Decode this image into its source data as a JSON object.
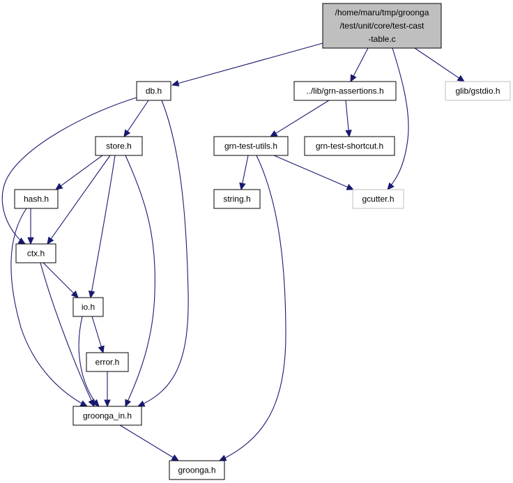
{
  "graph": {
    "colors": {
      "edge": "#191970",
      "root_fill": "#bfbfbf",
      "node_border": "#000000",
      "external_border": "#bfbfbf"
    },
    "nodes": [
      {
        "id": "root",
        "lines": [
          "/home/maru/tmp/groonga",
          "/test/unit/core/test-cast",
          "-table.c"
        ],
        "style": "root"
      },
      {
        "id": "db",
        "lines": [
          "db.h"
        ],
        "style": "normal"
      },
      {
        "id": "grnassert",
        "lines": [
          "../lib/grn-assertions.h"
        ],
        "style": "normal"
      },
      {
        "id": "gstdio",
        "lines": [
          "glib/gstdio.h"
        ],
        "style": "external"
      },
      {
        "id": "store",
        "lines": [
          "store.h"
        ],
        "style": "normal"
      },
      {
        "id": "grnutils",
        "lines": [
          "grn-test-utils.h"
        ],
        "style": "normal"
      },
      {
        "id": "grnshortcut",
        "lines": [
          "grn-test-shortcut.h"
        ],
        "style": "normal"
      },
      {
        "id": "hash",
        "lines": [
          "hash.h"
        ],
        "style": "normal"
      },
      {
        "id": "string",
        "lines": [
          "string.h"
        ],
        "style": "normal"
      },
      {
        "id": "gcutter",
        "lines": [
          "gcutter.h"
        ],
        "style": "external"
      },
      {
        "id": "ctx",
        "lines": [
          "ctx.h"
        ],
        "style": "normal"
      },
      {
        "id": "io",
        "lines": [
          "io.h"
        ],
        "style": "normal"
      },
      {
        "id": "error",
        "lines": [
          "error.h"
        ],
        "style": "normal"
      },
      {
        "id": "groongain",
        "lines": [
          "groonga_in.h"
        ],
        "style": "normal"
      },
      {
        "id": "groonga",
        "lines": [
          "groonga.h"
        ],
        "style": "normal"
      }
    ],
    "edges": [
      [
        "root",
        "db"
      ],
      [
        "root",
        "grnassert"
      ],
      [
        "root",
        "gcutter"
      ],
      [
        "root",
        "gstdio"
      ],
      [
        "db",
        "store"
      ],
      [
        "db",
        "ctx"
      ],
      [
        "db",
        "groongain"
      ],
      [
        "grnassert",
        "grnutils"
      ],
      [
        "grnassert",
        "grnshortcut"
      ],
      [
        "store",
        "hash"
      ],
      [
        "store",
        "ctx"
      ],
      [
        "store",
        "io"
      ],
      [
        "store",
        "groongain"
      ],
      [
        "grnutils",
        "string"
      ],
      [
        "grnutils",
        "gcutter"
      ],
      [
        "grnutils",
        "groonga"
      ],
      [
        "hash",
        "ctx"
      ],
      [
        "hash",
        "groongain"
      ],
      [
        "ctx",
        "io"
      ],
      [
        "ctx",
        "groongain"
      ],
      [
        "io",
        "error"
      ],
      [
        "io",
        "groongain"
      ],
      [
        "error",
        "groongain"
      ],
      [
        "groongain",
        "groonga"
      ]
    ]
  }
}
